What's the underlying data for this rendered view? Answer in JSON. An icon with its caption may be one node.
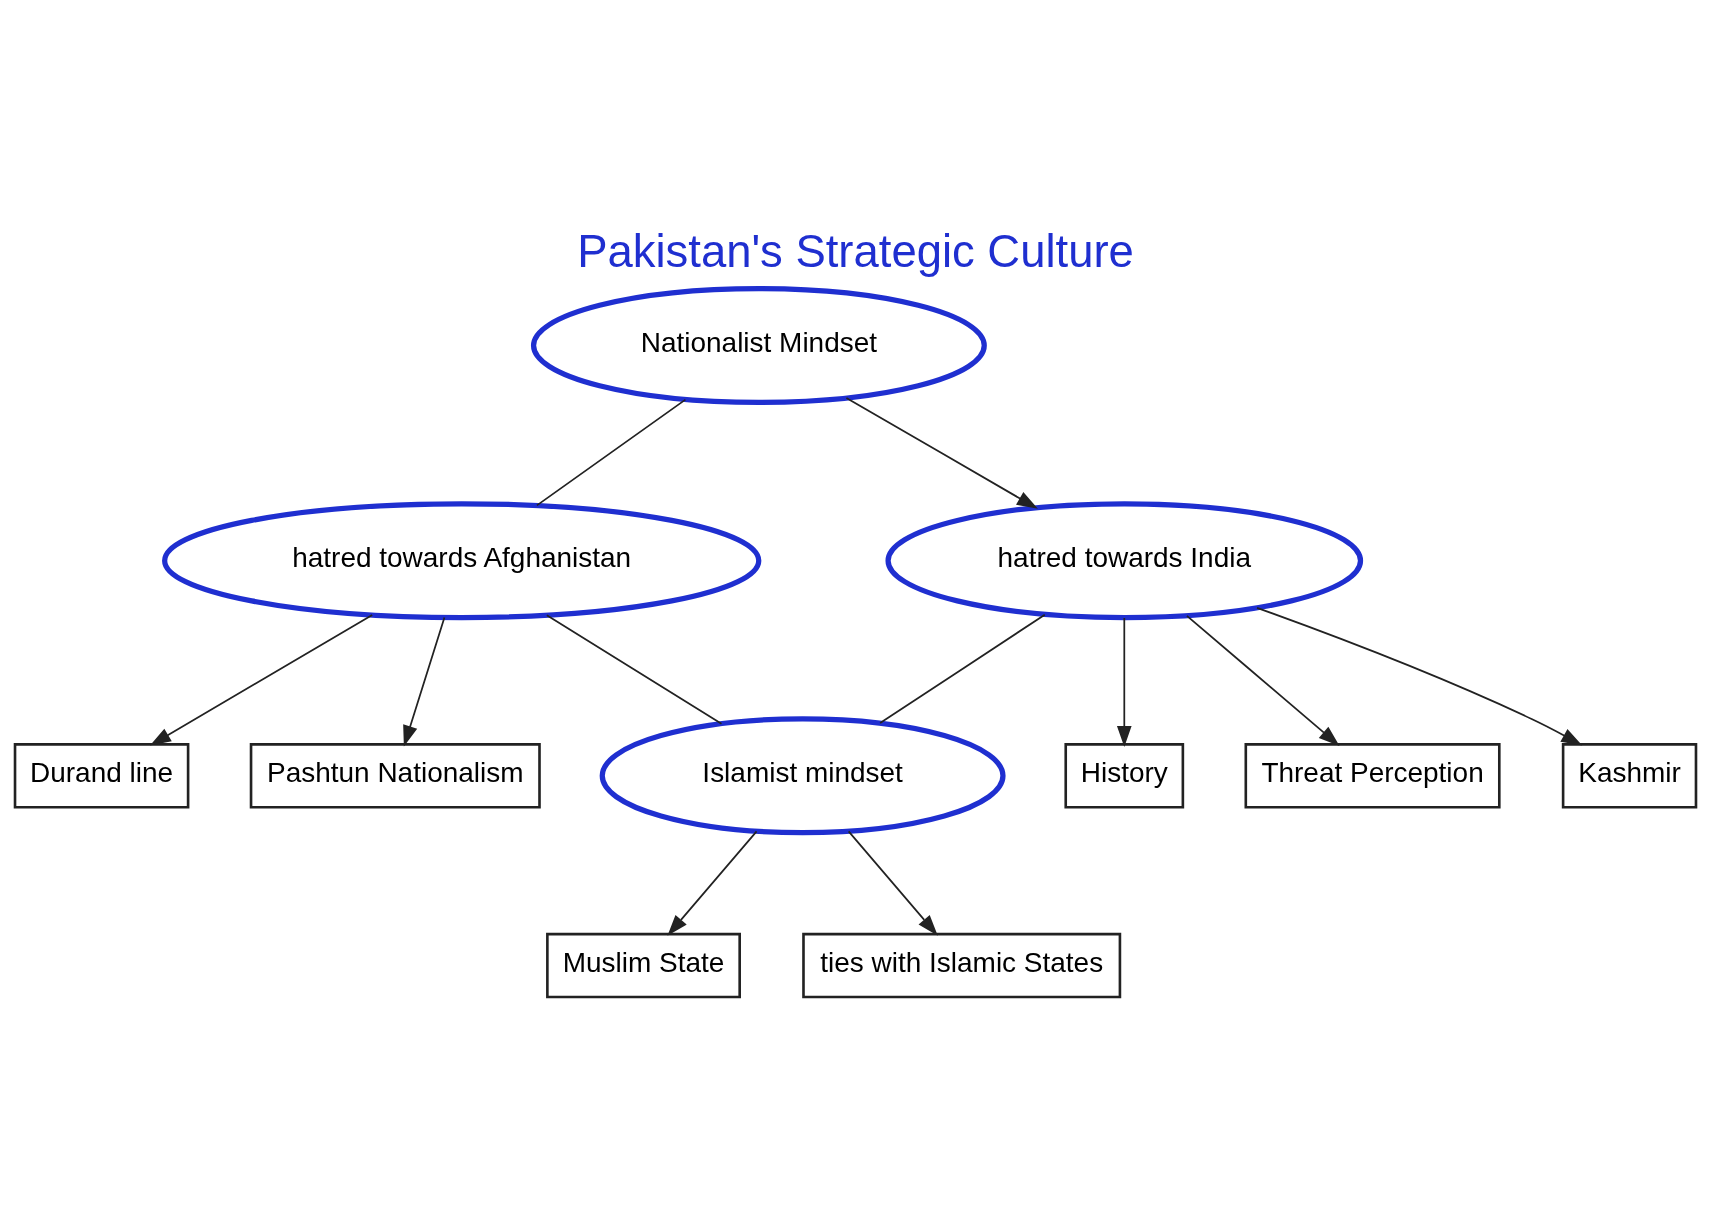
{
  "diagram": {
    "title": "Pakistan's Strategic Culture",
    "nodes": [
      {
        "text": [
          "Nationalist Mindset"
        ]
      },
      {
        "text": [
          "hatred towards Afghanistan"
        ]
      },
      {
        "text": [
          "hatred towards India"
        ]
      },
      {
        "text": [
          "Islamist mindset"
        ]
      },
      {
        "text": [
          "Durand line"
        ]
      },
      {
        "text": [
          "Pashtun Nationalism"
        ]
      },
      {
        "text": [
          "History"
        ]
      },
      {
        "text": [
          "Threat Perception"
        ]
      },
      {
        "text": [
          "Kashmir"
        ]
      },
      {
        "text": [
          "Muslim State"
        ]
      },
      {
        "text": [
          "ties with Islamic States"
        ]
      }
    ],
    "edges": [
      {
        "from": 0,
        "to": 1,
        "arrow": "none"
      },
      {
        "from": 0,
        "to": 2,
        "arrow": "to"
      },
      {
        "from": 1,
        "to": 4,
        "arrow": "to"
      },
      {
        "from": 1,
        "to": 5,
        "arrow": "to"
      },
      {
        "from": 1,
        "to": 3,
        "arrow": "none"
      },
      {
        "from": 2,
        "to": 3,
        "arrow": "none"
      },
      {
        "from": 2,
        "to": 7,
        "arrow": "to"
      },
      {
        "from": 2,
        "to": 8,
        "arrow": "to"
      },
      {
        "from": 2,
        "to": 6,
        "arrow": "to"
      },
      {
        "from": 3,
        "to": 9,
        "arrow": "to"
      },
      {
        "from": 3,
        "to": 10,
        "arrow": "to"
      }
    ]
  }
}
